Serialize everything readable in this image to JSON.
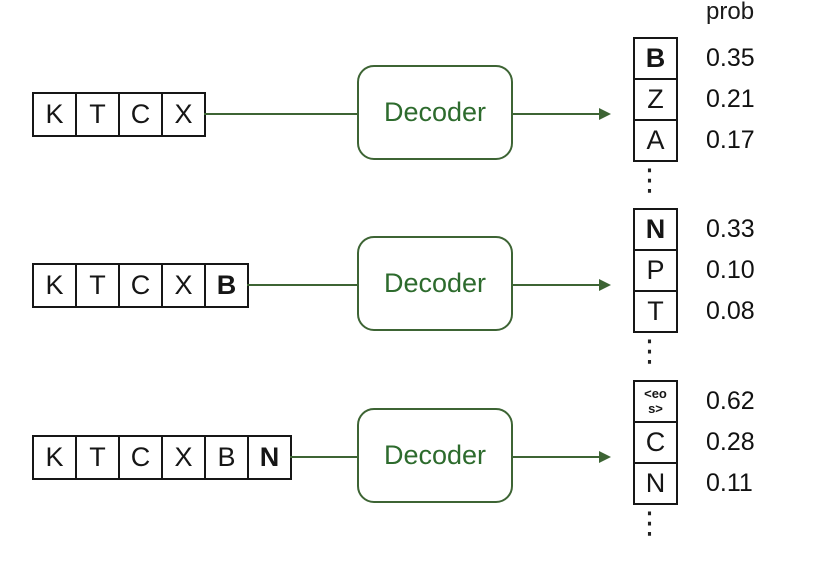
{
  "prob_header": "prob",
  "decoder": {
    "label": "Decoder"
  },
  "ellipsis": "⋮",
  "colors": {
    "stroke_green": "#3d6434",
    "decoder_text_green": "#2d6b2d",
    "box_border_black": "#161616",
    "background": "#ffffff"
  },
  "rows": [
    {
      "input_tokens": [
        "K",
        "T",
        "C",
        "X"
      ],
      "bold_input_index": null,
      "outputs": [
        {
          "token": "B",
          "prob": "0.35",
          "bold": true
        },
        {
          "token": "Z",
          "prob": "0.21",
          "bold": false
        },
        {
          "token": "A",
          "prob": "0.17",
          "bold": false
        }
      ]
    },
    {
      "input_tokens": [
        "K",
        "T",
        "C",
        "X",
        "B"
      ],
      "bold_input_index": 4,
      "outputs": [
        {
          "token": "N",
          "prob": "0.33",
          "bold": true
        },
        {
          "token": "P",
          "prob": "0.10",
          "bold": false
        },
        {
          "token": "T",
          "prob": "0.08",
          "bold": false
        }
      ]
    },
    {
      "input_tokens": [
        "K",
        "T",
        "C",
        "X",
        "B",
        "N"
      ],
      "bold_input_index": 5,
      "outputs": [
        {
          "token": "<eos>",
          "prob": "0.62",
          "bold": true
        },
        {
          "token": "C",
          "prob": "0.28",
          "bold": false
        },
        {
          "token": "N",
          "prob": "0.11",
          "bold": false
        }
      ]
    }
  ]
}
